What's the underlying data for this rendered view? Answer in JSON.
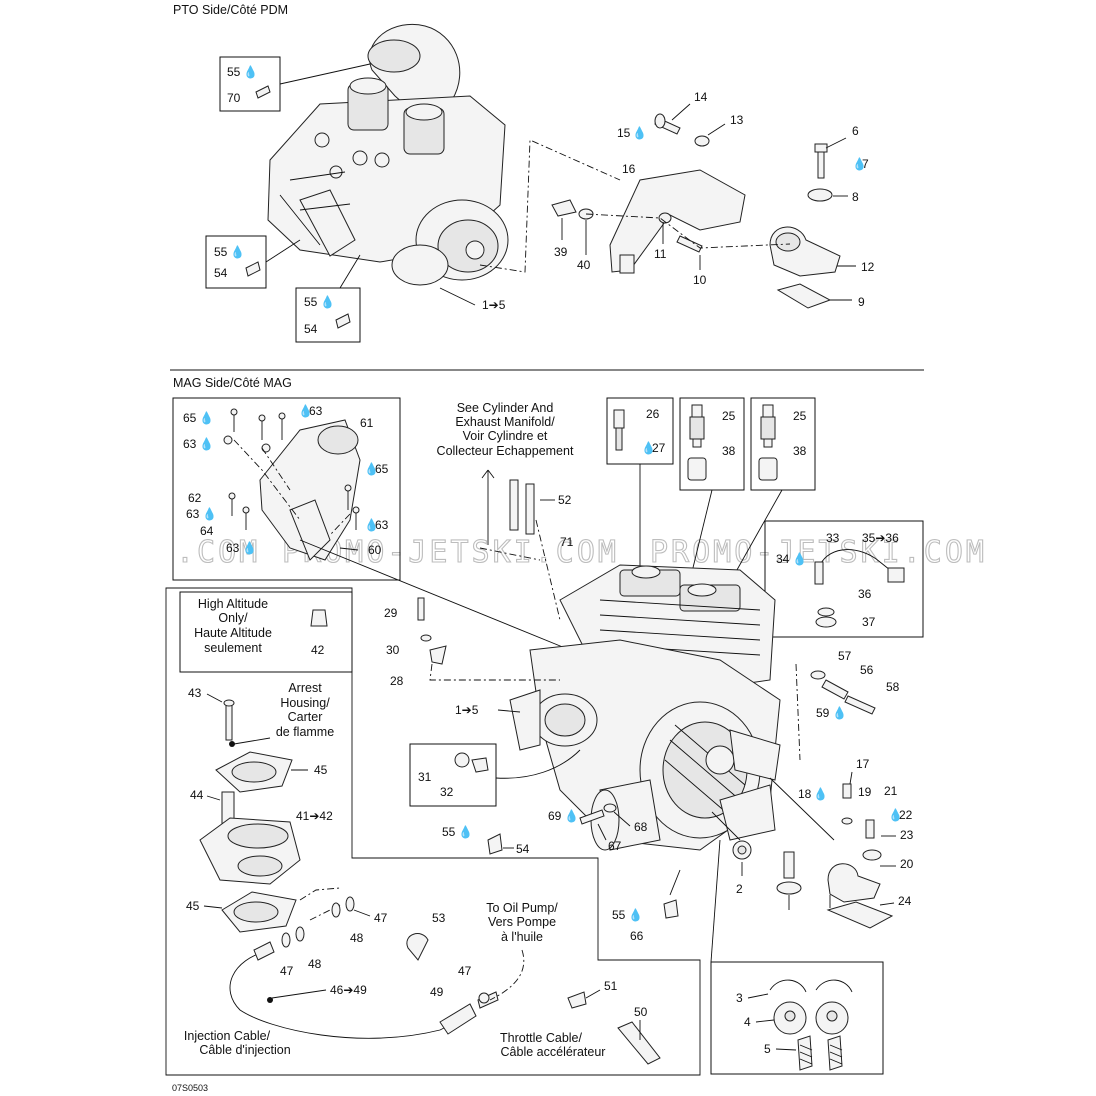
{
  "sections": {
    "pto_title": "PTO Side/Côté PDM",
    "mag_title": "MAG Side/Côté MAG"
  },
  "notes": {
    "see_cyl_1": "See Cylinder And",
    "see_cyl_2": "Exhaust Manifold/",
    "see_cyl_3": "Voir Cylindre et",
    "see_cyl_4": "Collecteur Echappement",
    "high_alt_1": "High Altitude",
    "high_alt_2": "Only/",
    "high_alt_3": "Haute Altitude",
    "high_alt_4": "seulement",
    "arrest_1": "Arrest",
    "arrest_2": "Housing/",
    "arrest_3": "Carter",
    "arrest_4": "de flamme",
    "oil_1": "To Oil Pump/",
    "oil_2": "Vers Pompe",
    "oil_3": "à l'huile",
    "inj_1": "Injection Cable/",
    "inj_2": "Câble d'injection",
    "thr_1": "Throttle Cable/",
    "thr_2": "Câble accélérateur"
  },
  "watermark": "PROMO-JETSKI.COM",
  "watermark_left": ".COM",
  "figure_code": "07S0503",
  "callouts": {
    "c55a": "55",
    "c70": "70",
    "c55b": "55",
    "c54a": "54",
    "c55c": "55",
    "c54b": "54",
    "c1to5a": "1➔5",
    "c14": "14",
    "c15": "15",
    "c13": "13",
    "c16": "16",
    "c6": "6",
    "c7": "7",
    "c8": "8",
    "c39": "39",
    "c40": "40",
    "c11": "11",
    "c10": "10",
    "c12": "12",
    "c9": "9",
    "c65a": "65",
    "c63a": "63",
    "c61": "61",
    "c63b": "63",
    "c65b": "65",
    "c62": "62",
    "c63c": "63",
    "c64": "64",
    "c63d": "63",
    "c63e": "63",
    "c60": "60",
    "c26": "26",
    "c27": "27",
    "c25a": "25",
    "c38a": "38",
    "c25b": "25",
    "c38b": "38",
    "c52": "52",
    "c71": "71",
    "c33": "33",
    "c35to36": "35➔36",
    "c34": "34",
    "c36": "36",
    "c37": "37",
    "c29": "29",
    "c30": "30",
    "c28": "28",
    "c42a": "42",
    "c43": "43",
    "c57": "57",
    "c56": "56",
    "c58": "58",
    "c59": "59",
    "c1to5b": "1➔5",
    "c45a": "45",
    "c44": "44",
    "c41to42": "41➔42",
    "c45b": "45",
    "c31": "31",
    "c32": "32",
    "c17": "17",
    "c18": "18",
    "c19": "19",
    "c21": "21",
    "c22": "22",
    "c23": "23",
    "c20": "20",
    "c24": "24",
    "c69": "69",
    "c68": "68",
    "c67": "67",
    "c55d": "55",
    "c54c": "54",
    "c2": "2",
    "c55e": "55",
    "c66": "66",
    "c47a": "47",
    "c48a": "48",
    "c53": "53",
    "c47b": "47",
    "c48b": "48",
    "c46to49": "46➔49",
    "c47c": "47",
    "c49": "49",
    "c51": "51",
    "c50": "50",
    "c3": "3",
    "c4": "4",
    "c5": "5"
  }
}
